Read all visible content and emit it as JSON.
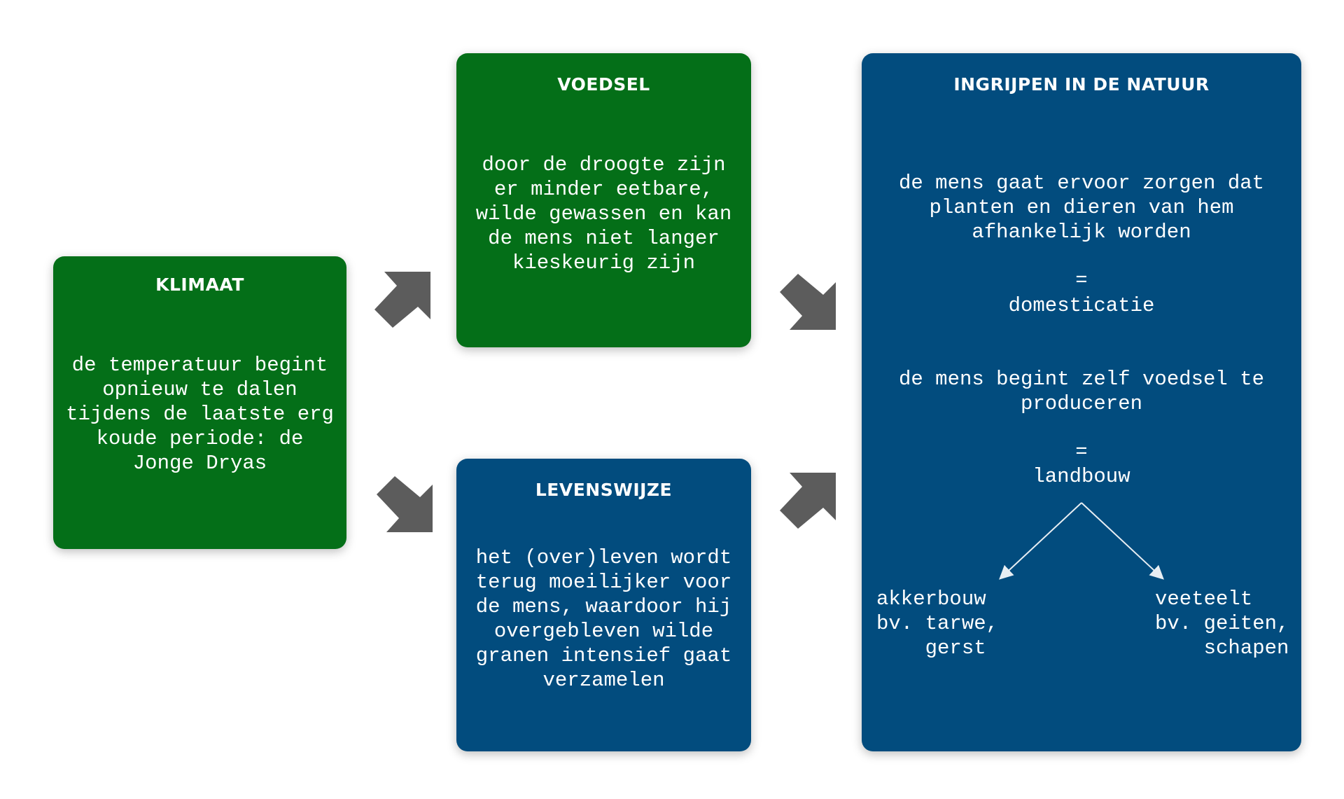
{
  "klimaat": {
    "title": "KLIMAAT",
    "text": "de temperatuur begint\nopnieuw te dalen\ntijdens de laatste erg\nkoude periode: de\nJonge Dryas"
  },
  "voedsel": {
    "title": "VOEDSEL",
    "text": "door de droogte zijn\ner minder eetbare,\nwilde gewassen en kan\nde mens niet langer\nkieskeurig zijn"
  },
  "levenswijze": {
    "title": "LEVENSWIJZE",
    "text": "het (over)leven wordt\nterug moeilijker voor\nde mens, waardoor hij\novergebleven wilde\ngranen intensief gaat\nverzamelen"
  },
  "ingrijpen": {
    "title": "INGRIJPEN IN DE NATUUR",
    "text1": "de mens gaat ervoor zorgen dat\nplanten en dieren van hem\nafhankelijk worden",
    "eq1": "=",
    "term1": "domesticatie",
    "text2": "de mens begint zelf voedsel te\nproduceren",
    "eq2": "=",
    "term2": "landbouw",
    "branch_left": "akkerbouw\nbv. tarwe,\n    gerst",
    "branch_right": "veeteelt\nbv. geiten,\n    schapen"
  },
  "colors": {
    "green": "#046f18",
    "blue": "#024c7e",
    "arrow": "#5c5c5c"
  }
}
